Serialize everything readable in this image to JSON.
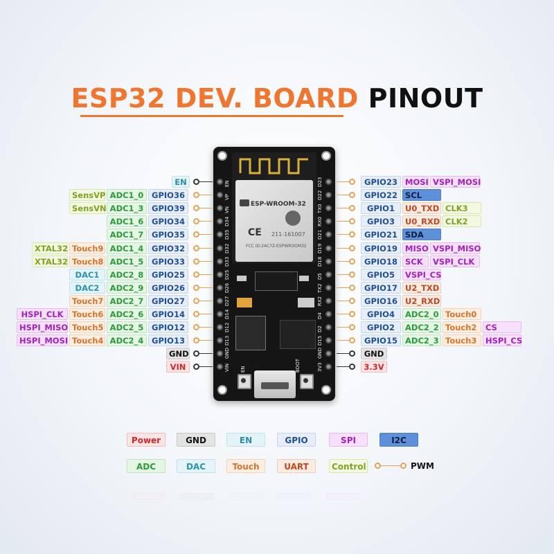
{
  "title": {
    "part1": "ESP32 DEV. BOARD",
    "part2": "PINOUT"
  },
  "module": {
    "name": "ESP-WROOM-32",
    "cert": "211-161007",
    "fcc": "FCC ID:2AC7Z-ESPWROOM32"
  },
  "board_labels": {
    "en_button": "EN",
    "boot_button": "BOOT"
  },
  "left_pins": [
    {
      "gpio": "EN",
      "kind": "en",
      "adc": "",
      "extra": []
    },
    {
      "gpio": "GPIO36",
      "adc": "ADC1_0",
      "extra": [
        "SensVP"
      ]
    },
    {
      "gpio": "GPIO39",
      "adc": "ADC1_3",
      "extra": [
        "SensVN"
      ]
    },
    {
      "gpio": "GPIO34",
      "adc": "ADC1_6",
      "extra": []
    },
    {
      "gpio": "GPIO35",
      "adc": "ADC1_7",
      "extra": []
    },
    {
      "gpio": "GPIO32",
      "adc": "ADC1_4",
      "extra": [
        "Touch9",
        "XTAL32"
      ]
    },
    {
      "gpio": "GPIO33",
      "adc": "ADC1_5",
      "extra": [
        "Touch8",
        "XTAL32"
      ]
    },
    {
      "gpio": "GPIO25",
      "adc": "ADC2_8",
      "extra": [
        "DAC1"
      ]
    },
    {
      "gpio": "GPIO26",
      "adc": "ADC2_9",
      "extra": [
        "DAC2"
      ]
    },
    {
      "gpio": "GPIO27",
      "adc": "ADC2_7",
      "extra": [
        "Touch7"
      ]
    },
    {
      "gpio": "GPIO14",
      "adc": "ADC2_6",
      "extra": [
        "Touch6",
        "HSPI_CLK"
      ]
    },
    {
      "gpio": "GPIO12",
      "adc": "ADC2_5",
      "extra": [
        "Touch5",
        "HSPI_MISO"
      ]
    },
    {
      "gpio": "GPIO13",
      "adc": "ADC2_4",
      "extra": [
        "Touch4",
        "HSPI_MOSI"
      ]
    },
    {
      "gpio": "GND"
    },
    {
      "gpio": "VIN"
    }
  ],
  "right_pins": [
    {
      "gpio": "GPIO23",
      "a": "MOSI",
      "b": "VSPI_MOSI"
    },
    {
      "gpio": "GPIO22",
      "a": "SCL"
    },
    {
      "gpio": "GPIO1",
      "a": "U0_TXD",
      "b": "CLK3"
    },
    {
      "gpio": "GPIO3",
      "a": "U0_RXD",
      "b": "CLK2"
    },
    {
      "gpio": "GPIO21",
      "a": "SDA"
    },
    {
      "gpio": "GPIO19",
      "a": "MISO",
      "b": "VSPI_MISO"
    },
    {
      "gpio": "GPIO18",
      "a": "SCK",
      "b": "VSPI_CLK"
    },
    {
      "gpio": "GPIO5",
      "a": "VSPI_CS"
    },
    {
      "gpio": "GPIO17",
      "a": "U2_TXD"
    },
    {
      "gpio": "GPIO16",
      "a": "U2_RXD"
    },
    {
      "gpio": "GPIO4",
      "a": "ADC2_0",
      "b": "Touch0"
    },
    {
      "gpio": "GPIO2",
      "a": "ADC2_2",
      "b": "Touch2",
      "c": "CS"
    },
    {
      "gpio": "GPIO15",
      "a": "ADC2_3",
      "b": "Touch3",
      "c": "HSPI_CS"
    },
    {
      "gpio": "GND"
    },
    {
      "gpio": "3.3V"
    }
  ],
  "silk_left": [
    "EN",
    "VP",
    "VN",
    "D34",
    "D35",
    "D32",
    "D33",
    "D25",
    "D26",
    "D27",
    "D14",
    "D12",
    "D13",
    "GND",
    "VIN"
  ],
  "silk_right": [
    "D23",
    "D22",
    "TX0",
    "RX0",
    "D21",
    "D19",
    "D18",
    "D5",
    "TX2",
    "RX2",
    "D4",
    "D2",
    "D15",
    "GND",
    "3V3"
  ],
  "legend": [
    "Power",
    "GND",
    "EN",
    "GPIO",
    "SPI",
    "I2C",
    "ADC",
    "DAC",
    "Touch",
    "UART",
    "Control"
  ],
  "legend_pwm": "PWM"
}
